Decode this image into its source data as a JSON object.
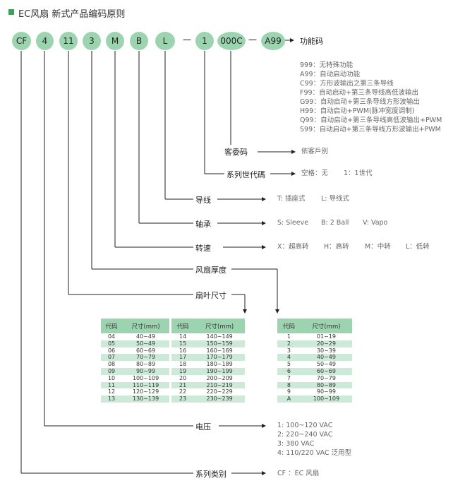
{
  "title": "EC风扇 新式产品编码原则",
  "codes": [
    "CF",
    "4",
    "11",
    "3",
    "M",
    "B",
    "L",
    "1",
    "000C",
    "A99"
  ],
  "dash": "—",
  "function": {
    "label": "功能码",
    "items": [
      "999：无特殊功能",
      "A99：自动启动功能",
      "C99：方形波输出之第三条导线",
      "F99：自动启动+第三条导线高低波输出",
      "G99：自动启动+第三条导线方形波输出",
      "H99：自动启动+PWM(脉冲宽度调制)",
      "Q99：自动启动+第三条导线高低波输出+PWM",
      "S99：自动启动+第三条导线方形波输出+PWM"
    ]
  },
  "customer": {
    "label": "客委码",
    "desc": "依客戶别"
  },
  "generation": {
    "label": "系列世代碼",
    "desc": [
      "空格：无",
      "1：1世代"
    ]
  },
  "lead": {
    "label": "导线",
    "desc": [
      "T: 插座式",
      "L: 导线式"
    ]
  },
  "bearing": {
    "label": "轴承",
    "desc": [
      "S: Sleeve",
      "B: 2 Ball",
      "V: Vapo"
    ]
  },
  "speed": {
    "label": "转速",
    "desc": [
      "X：超高转",
      "H：高转",
      "M：中转",
      "L：低转"
    ]
  },
  "thickness": {
    "label": "风扇厚度"
  },
  "blade": {
    "label": "扇叶尺寸"
  },
  "voltage": {
    "label": "电压",
    "desc": [
      "1: 100~120 VAC",
      "2: 220~240 VAC",
      "3: 380 VAC",
      "4: 110/220 VAC 泛用型"
    ]
  },
  "series": {
    "label": "系列类别",
    "desc": "CF ：EC 风扇"
  },
  "tables": [
    {
      "headers": [
        "代码",
        "尺寸(mm)"
      ],
      "rows": [
        [
          "04",
          "40~49"
        ],
        [
          "05",
          "50~49"
        ],
        [
          "06",
          "60~69"
        ],
        [
          "07",
          "70~79"
        ],
        [
          "08",
          "80~89"
        ],
        [
          "09",
          "90~99"
        ],
        [
          "10",
          "100~109"
        ],
        [
          "11",
          "110~119"
        ],
        [
          "12",
          "120~129"
        ],
        [
          "13",
          "130~139"
        ]
      ]
    },
    {
      "headers": [
        "代码",
        "尺寸(mm)"
      ],
      "rows": [
        [
          "14",
          "140~149"
        ],
        [
          "15",
          "150~159"
        ],
        [
          "16",
          "160~169"
        ],
        [
          "17",
          "170~179"
        ],
        [
          "18",
          "180~189"
        ],
        [
          "19",
          "190~199"
        ],
        [
          "20",
          "200~209"
        ],
        [
          "21",
          "210~219"
        ],
        [
          "22",
          "220~229"
        ],
        [
          "23",
          "230~239"
        ]
      ]
    },
    {
      "headers": [
        "代码",
        "尺寸(mm)"
      ],
      "rows": [
        [
          "1",
          "01~19"
        ],
        [
          "2",
          "20~29"
        ],
        [
          "3",
          "30~39"
        ],
        [
          "4",
          "40~49"
        ],
        [
          "5",
          "50~49"
        ],
        [
          "6",
          "60~69"
        ],
        [
          "7",
          "70~79"
        ],
        [
          "8",
          "80~89"
        ],
        [
          "9",
          "90~99"
        ],
        [
          "A",
          "100~109"
        ]
      ]
    }
  ],
  "colors": {
    "accent": "#3aa35a",
    "oval": "#9dd4b0",
    "row_alt": "#cde9d8"
  }
}
